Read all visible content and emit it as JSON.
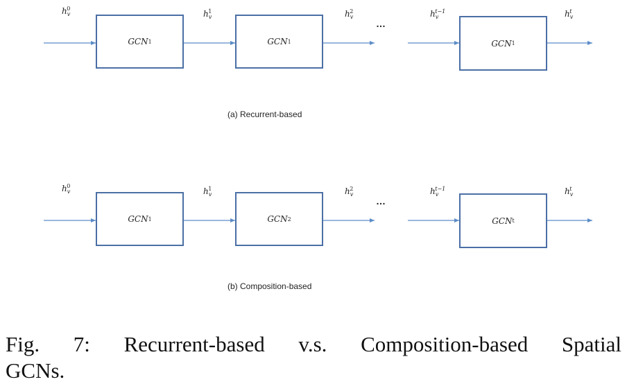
{
  "panels": [
    {
      "id": "a",
      "caption": "(a) Recurrent-based",
      "inputs": [
        {
          "base": "h",
          "sub": "v",
          "sup": "0"
        },
        {
          "base": "h",
          "sub": "v",
          "sup": "1"
        },
        {
          "base": "h",
          "sub": "v",
          "sup": "2"
        },
        {
          "base": "h",
          "sub": "v",
          "sup": "t−1"
        },
        {
          "base": "h",
          "sub": "v",
          "sup": "t"
        }
      ],
      "boxes": [
        {
          "base": "GCN",
          "sub": "1"
        },
        {
          "base": "GCN",
          "sub": "1"
        },
        {
          "base": "GCN",
          "sub": "1"
        }
      ],
      "ellipsis": "…"
    },
    {
      "id": "b",
      "caption": "(b) Composition-based",
      "inputs": [
        {
          "base": "h",
          "sub": "v",
          "sup": "0"
        },
        {
          "base": "h",
          "sub": "v",
          "sup": "1"
        },
        {
          "base": "h",
          "sub": "v",
          "sup": "2"
        },
        {
          "base": "h",
          "sub": "v",
          "sup": "t−1"
        },
        {
          "base": "h",
          "sub": "v",
          "sup": "t"
        }
      ],
      "boxes": [
        {
          "base": "GCN",
          "sub": "1"
        },
        {
          "base": "GCN",
          "sub": "2"
        },
        {
          "base": "GCN",
          "sub": "t"
        }
      ],
      "ellipsis": "…"
    }
  ],
  "figure_caption": {
    "words_line1": [
      "Fig.",
      "7:",
      "Recurrent-based",
      "v.s.",
      "Composition-based",
      "Spatial"
    ],
    "line2": "GCNs."
  },
  "colors": {
    "box_border": "#4a6fa5",
    "arrow": "#5b8cc8",
    "text": "#222222"
  }
}
